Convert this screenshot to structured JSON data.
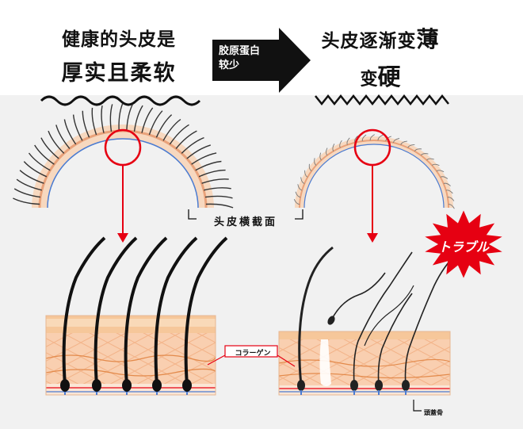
{
  "left_title": {
    "line1": "健康的头皮是",
    "line2": "厚实且柔软"
  },
  "right_title": {
    "line1_a": "头皮逐渐变",
    "line1_b": "薄",
    "line2_a": "变",
    "line2_b": "硬"
  },
  "arrow_label": {
    "line1": "胶原蛋白",
    "line2": "较少"
  },
  "cross_section_label": "头皮横截面",
  "collagen_label": "コラーゲン",
  "skull_label": "頭蓋骨",
  "trouble_label": "トラブル",
  "colors": {
    "accent_red": "#e60012",
    "skin": "#f6c79a",
    "fat": "#f7dcc6",
    "dark": "#111111"
  }
}
